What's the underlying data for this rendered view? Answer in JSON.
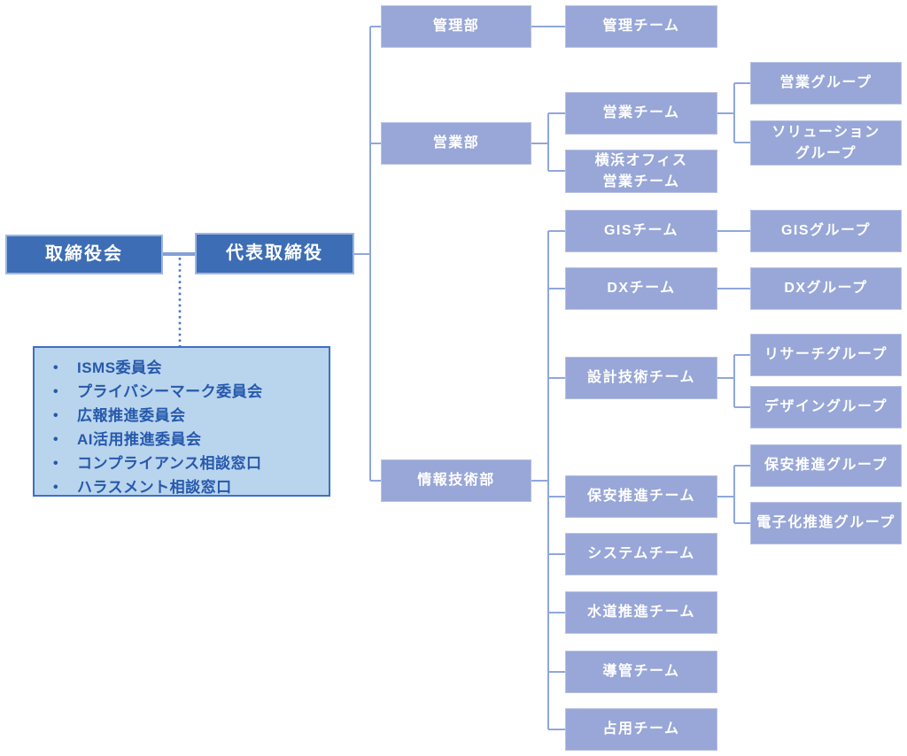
{
  "palette": {
    "executive_box_fill": "#3d6db5",
    "executive_box_border": "#9db5e2",
    "node_box_fill": "#98a7d7",
    "node_text": "#ffffff",
    "connector_line": "#8fa7db",
    "dotted_line": "#4a77c4",
    "committee_fill": "#b9d4ed",
    "committee_border": "#3c70c2",
    "committee_text": "#2659ac"
  },
  "executives": {
    "board": "取締役会",
    "ceo": "代表取締役"
  },
  "committees": [
    "ISMS委員会",
    "プライバシーマーク委員会",
    "広報推進委員会",
    "AI活用推進委員会",
    "コンプライアンス相談窓口",
    "ハラスメント相談窓口"
  ],
  "departments": {
    "admin": "管理部",
    "sales": "営業部",
    "it": "情報技術部"
  },
  "teams": {
    "admin": "管理チーム",
    "sales": "営業チーム",
    "yokohama_sales": "横浜オフィス\n営業チーム",
    "gis": "GISチーム",
    "dx": "DXチーム",
    "design_tech": "設計技術チーム",
    "safety": "保安推進チーム",
    "system": "システムチーム",
    "water": "水道推進チーム",
    "conduit": "導管チーム",
    "occupancy": "占用チーム"
  },
  "groups": {
    "sales": "営業グループ",
    "solution": "ソリューション\nグループ",
    "gis": "GISグループ",
    "dx": "DXグループ",
    "research": "リサーチグループ",
    "design": "デザイングループ",
    "safety": "保安推進グループ",
    "digitization": "電子化推進グループ"
  }
}
